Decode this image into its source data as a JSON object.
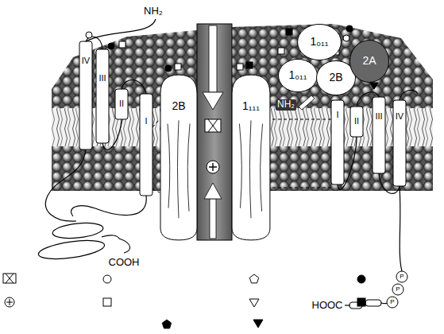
{
  "diagram": {
    "nodes": [
      {
        "text": [
          "2B"
        ]
      },
      {
        "text": [
          "1₁₁₁"
        ]
      },
      {
        "text": [
          "1₀₁₁"
        ]
      },
      {
        "text": [
          "1₀₁₁"
        ]
      },
      {
        "text": [
          "2B"
        ]
      },
      {
        "text": [
          "2A"
        ]
      }
    ],
    "labels": [
      "NH₂",
      "IV",
      "III",
      "II",
      "I",
      "NH₂",
      "I",
      "II",
      "III",
      "IV",
      "COOH",
      "HOOC",
      "P",
      "P",
      "P"
    ]
  }
}
